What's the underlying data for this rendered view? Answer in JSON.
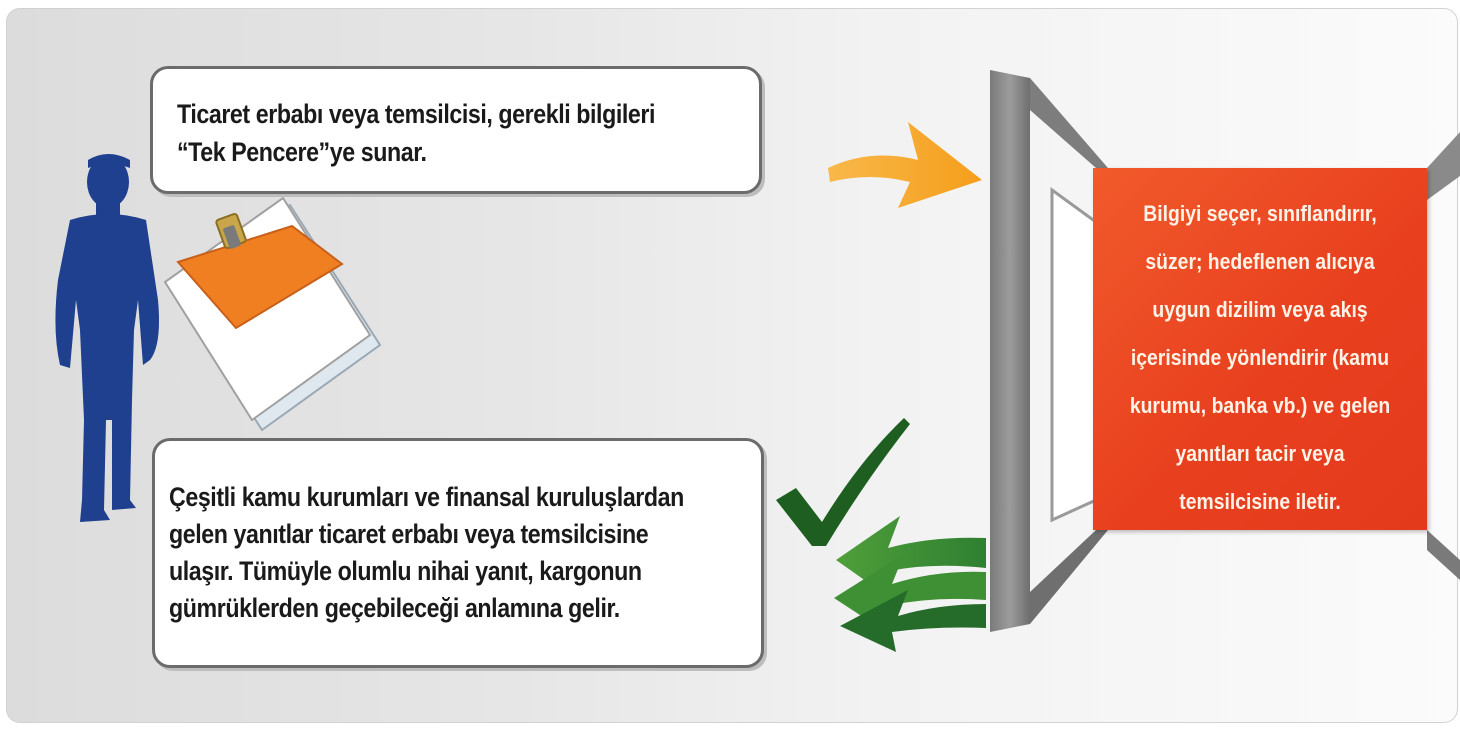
{
  "trader_box": {
    "lines": [
      "Ticaret erbabı veya temsilcisi, gerekli bilgileri",
      "“Tek Pencere”ye sunar."
    ]
  },
  "response_box": {
    "lines": [
      "Çeşitli kamu kurumları ve finansal kuruluşlardan",
      "gelen yanıtlar ticaret erbabı veya temsilcisine",
      "ulaşır. Tümüyle olumlu nihai yanıt, kargonun",
      "gümrüklerden geçebileceği anlamına gelir."
    ]
  },
  "window_box": {
    "lines": [
      "Bilgiyi seçer, sınıflandırır,",
      "süzer; hedeflenen alıcıya",
      "uygun dizilim veya akış",
      "içerisinde yönlendirir (kamu",
      "kurumu, banka vb.) ve gelen",
      "yanıtları tacir veya",
      "temsilcisine iletir."
    ]
  },
  "colors": {
    "person": "#1f3f8f",
    "submit_arrow": "#f7a928",
    "return_arrows": "#2e7d32",
    "check_mark": "#1e5e20",
    "window_box": "#e8401f",
    "document_tab": "#f07f22",
    "window_frame": "#8a8a8a"
  },
  "icons": {
    "person": "person-silhouette-icon",
    "document": "clipped-document-icon",
    "submit_arrow": "curved-arrow-right-icon",
    "return_arrows": "curved-arrows-left-icon",
    "check": "check-mark-icon",
    "window": "window-frame-icon"
  }
}
